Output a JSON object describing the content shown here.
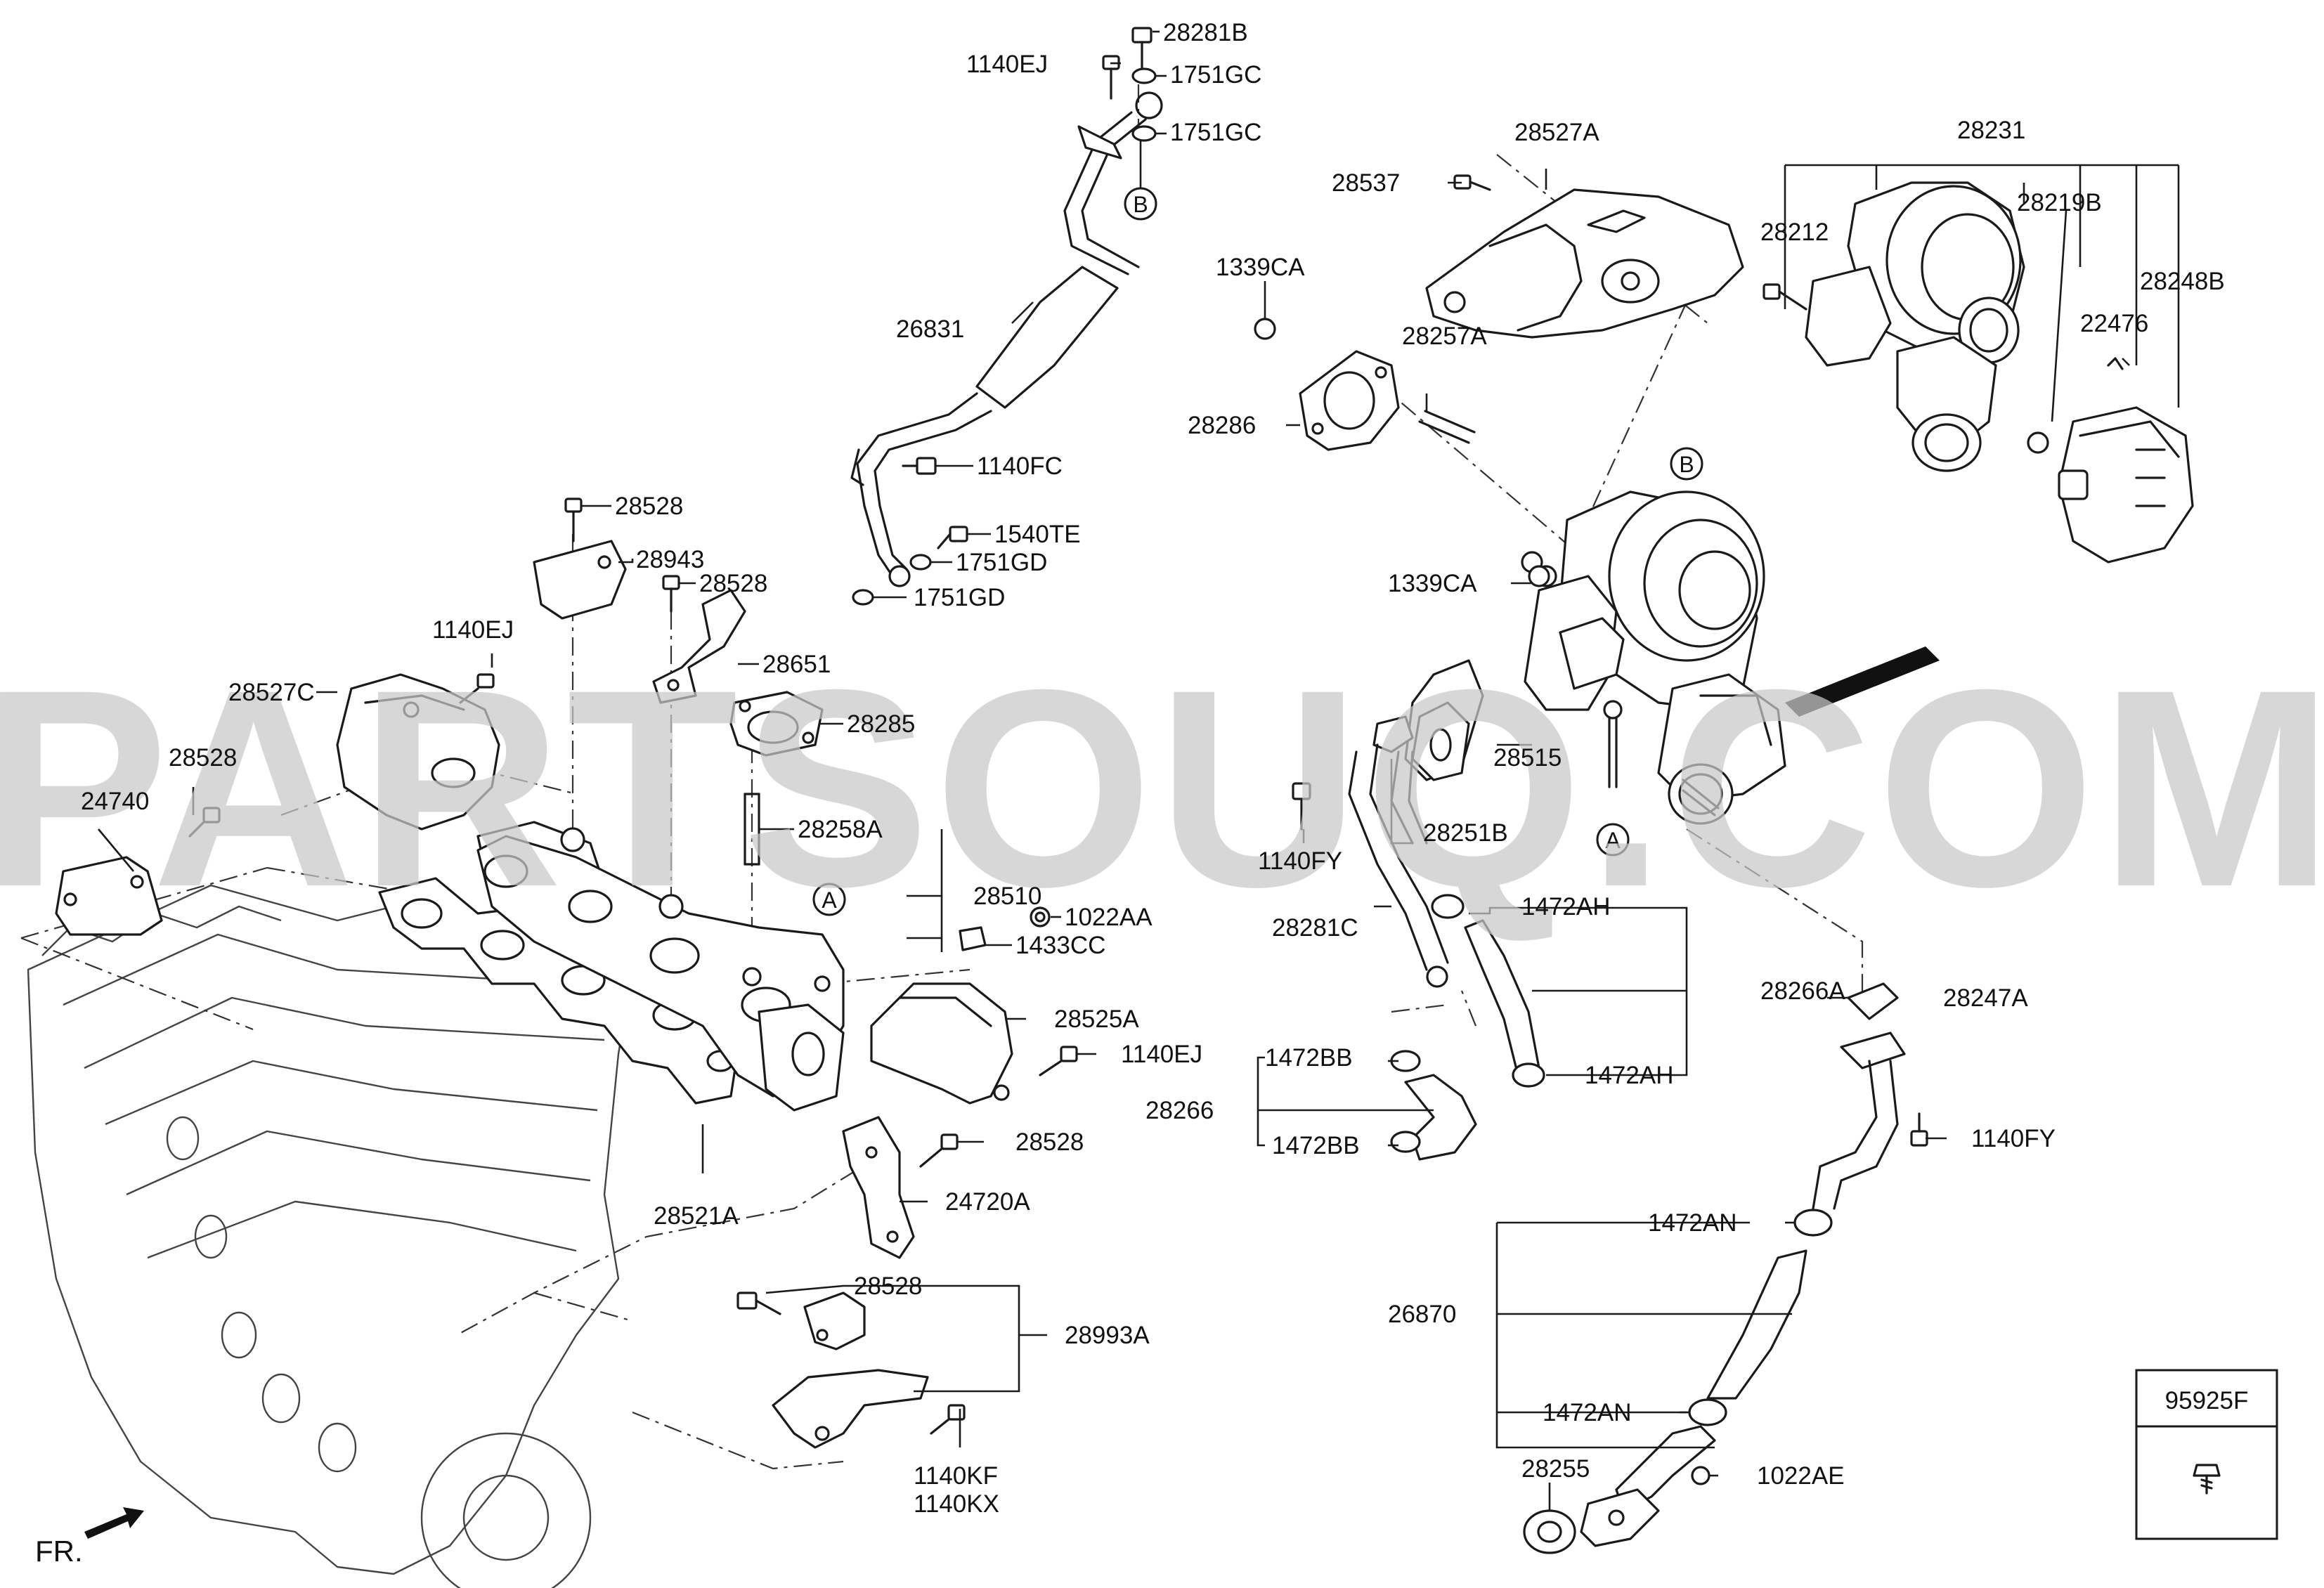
{
  "watermark": "PARTSOUQ.COM",
  "front_label": "FR.",
  "legend_box_part": "95925F",
  "markers": {
    "a": "A",
    "b": "B"
  },
  "labels": {
    "l_28281B": "28281B",
    "l_1140EJ_top": "1140EJ",
    "l_1751GC_1": "1751GC",
    "l_1751GC_2": "1751GC",
    "l_26831": "26831",
    "l_1140FC": "1140FC",
    "l_1540TE": "1540TE",
    "l_1751GD_1": "1751GD",
    "l_1751GD_2": "1751GD",
    "l_28528_a": "28528",
    "l_28943": "28943",
    "l_28528_b": "28528",
    "l_1140EJ_mid": "1140EJ",
    "l_28651": "28651",
    "l_28527C": "28527C",
    "l_28285": "28285",
    "l_28528_c": "28528",
    "l_24740": "24740",
    "l_28258A": "28258A",
    "l_28510": "28510",
    "l_1022AA": "1022AA",
    "l_1433CC": "1433CC",
    "l_28525A": "28525A",
    "l_1140EJ_low": "1140EJ",
    "l_28528_d": "28528",
    "l_28521A": "28521A",
    "l_24720A": "24720A",
    "l_28528_e": "28528",
    "l_28993A": "28993A",
    "l_1140KF": "1140KF",
    "l_1140KX": "1140KX",
    "l_28527A": "28527A",
    "l_28537": "28537",
    "l_1339CA_1": "1339CA",
    "l_28257A": "28257A",
    "l_28286": "28286",
    "l_1339CA_2": "1339CA",
    "l_28231": "28231",
    "l_28212": "28212",
    "l_28219B": "28219B",
    "l_28248B": "28248B",
    "l_22476": "22476",
    "l_28515": "28515",
    "l_28251B": "28251B",
    "l_1140FY_1": "1140FY",
    "l_28281C": "28281C",
    "l_1472AH_1": "1472AH",
    "l_28266A": "28266A",
    "l_1472AH_2": "1472AH",
    "l_28247A": "28247A",
    "l_1472BB_1": "1472BB",
    "l_28266": "28266",
    "l_1472BB_2": "1472BB",
    "l_1140FY_2": "1140FY",
    "l_1472AN_1": "1472AN",
    "l_26870": "26870",
    "l_1472AN_2": "1472AN",
    "l_28255": "28255",
    "l_1022AE": "1022AE"
  }
}
